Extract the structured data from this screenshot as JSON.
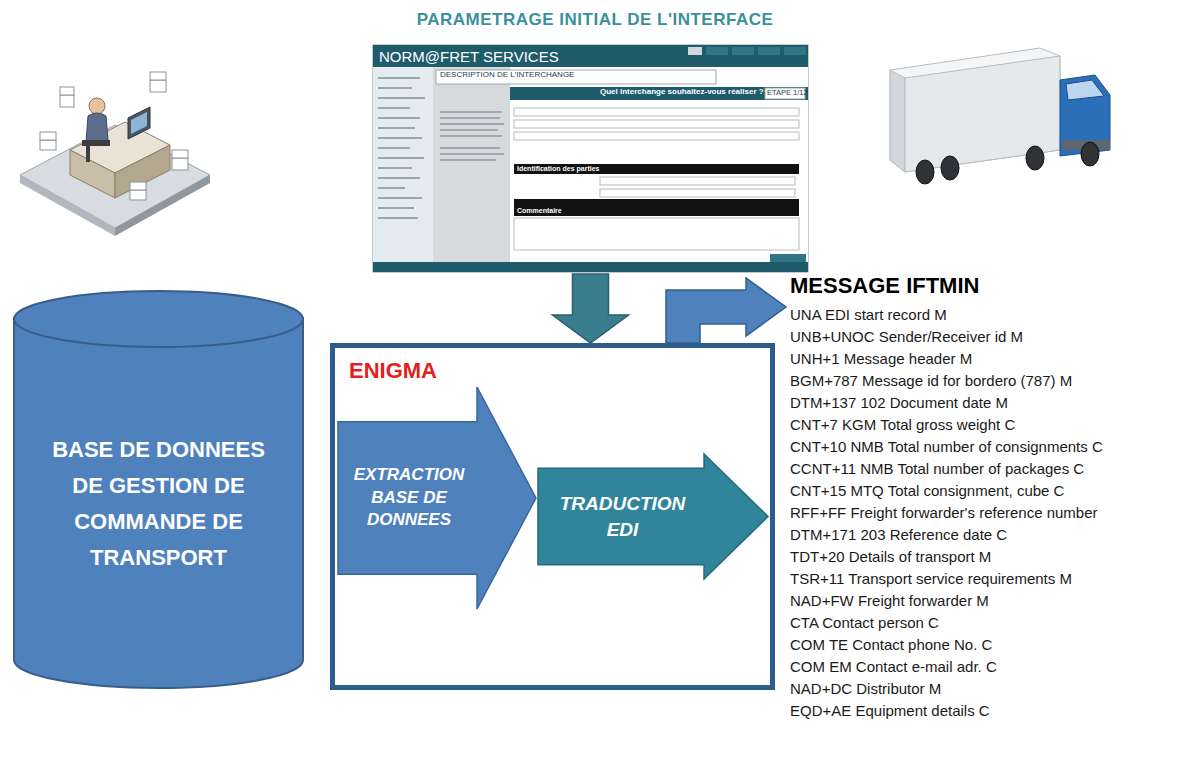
{
  "diagram": {
    "title": "PARAMETRAGE INITIAL DE L'INTERFACE",
    "nodes": [
      {
        "text": [
          "NORM@FRET SERVICES"
        ]
      },
      {
        "text": [
          "BASE DE DONNEES DE GESTION DE COMMANDE DE TRANSPORT"
        ]
      },
      {
        "text": [
          "ENIGMA"
        ]
      },
      {
        "text": [
          "EXTRACTION BASE DE DONNEES"
        ],
        "in": 2
      },
      {
        "text": [
          "TRADUCTION EDI"
        ],
        "in": 2
      },
      {
        "text": [
          "MESSAGE IFTMIN",
          "UNA EDI start record M",
          "UNB+UNOC Sender/Receiver id M",
          "UNH+1 Message header M",
          "BGM+787 Message id for bordero (787) M",
          "DTM+137 102 Document date M",
          "CNT+7 KGM Total gross weight C",
          "CNT+10 NMB Total number of consignments C",
          "CCNT+11 NMB Total number of packages C",
          "CNT+15 MTQ Total consignment, cube C",
          "RFF+FF Freight forwarder's reference number",
          "DTM+171 203 Reference date C",
          "TDT+20 Details of transport M",
          "TSR+11 Transport service requirements M",
          "NAD+FW Freight forwarder M",
          "CTA Contact person C",
          "COM TE Contact phone No. C",
          "COM EM Contact e-mail adr. C",
          "NAD+DC Distributor M",
          "EQD+AE Equipment details C"
        ]
      }
    ],
    "edges": [
      {
        "from": 0,
        "to": 2,
        "arrow": "to"
      },
      {
        "from": 2,
        "to": 5,
        "arrow": "to"
      }
    ],
    "labels": [
      "DESCRIPTION DE L'INTERCHANGE",
      "Quel interchange souhaitez-vous réaliser ?",
      "ETAPE 1/12",
      "Identification des parties",
      "Commentaire"
    ]
  }
}
